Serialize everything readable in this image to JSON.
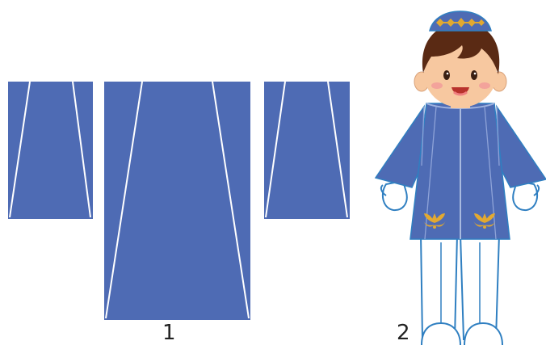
{
  "figure": {
    "label_pattern": "1",
    "label_doll": "2"
  },
  "colors": {
    "fabric": "#4e6bb4",
    "fold_line": "#ffffff",
    "ornament": "#e2a931",
    "outline": "#2f7fc1",
    "skin": "#f7c8a0",
    "hair": "#5a2a14",
    "cheek": "#f19a9a"
  },
  "icons": {
    "doll": "boy-in-national-costume-illustration",
    "ornament": "kazakh-ornament-icon"
  }
}
